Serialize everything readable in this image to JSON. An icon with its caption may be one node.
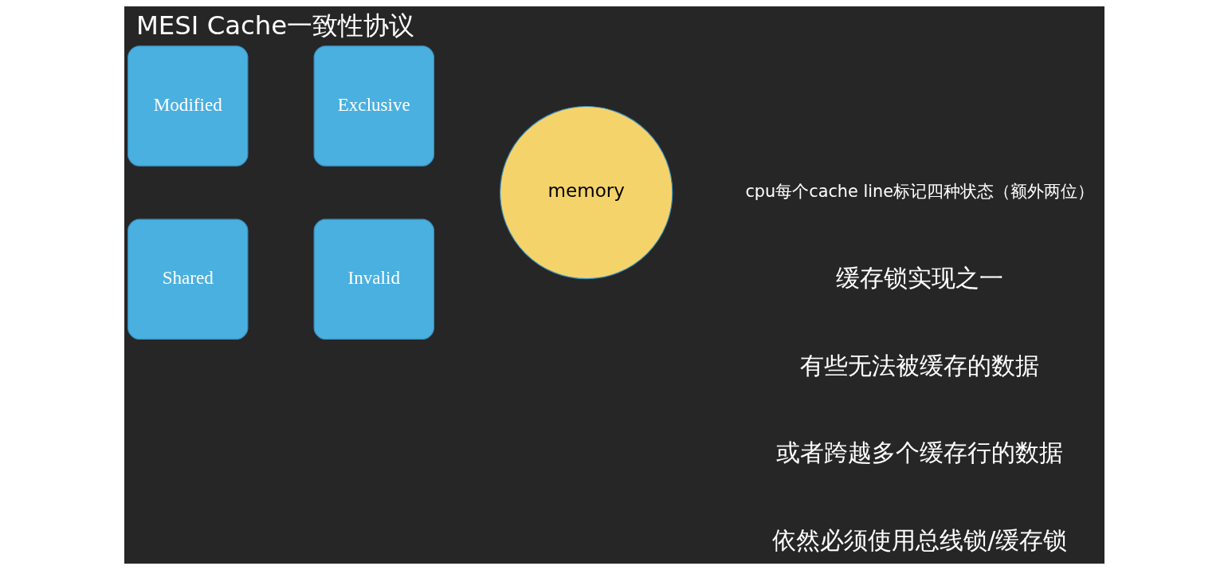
{
  "diagram": {
    "title": "MESI Cache一致性协议",
    "nodes": [
      {
        "text": [
          "Modified"
        ]
      },
      {
        "text": [
          "Exclusive"
        ]
      },
      {
        "text": [
          "Shared"
        ]
      },
      {
        "text": [
          "Invalid"
        ]
      },
      {
        "text": [
          "memory"
        ]
      }
    ],
    "labels": [
      "cpu每个cache line标记四种状态（额外两位）",
      "缓存锁实现之一",
      "有些无法被缓存的数据",
      "或者跨越多个缓存行的数据",
      "依然必须使用总线锁/缓存锁"
    ]
  }
}
